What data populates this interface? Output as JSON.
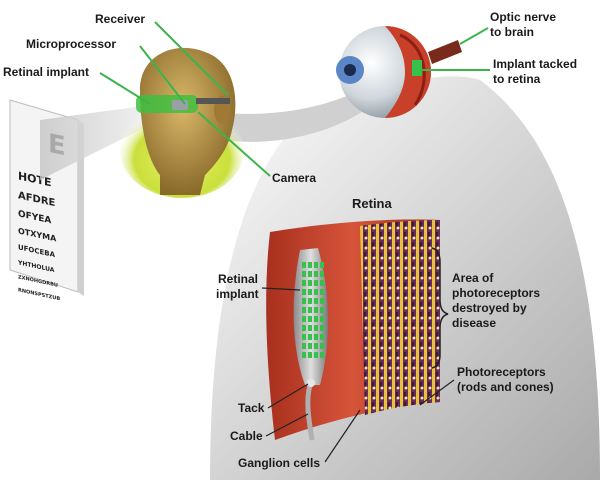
{
  "labels": {
    "receiver": "Receiver",
    "microprocessor": "Microprocessor",
    "retinal_implant_top": "Retinal implant",
    "camera": "Camera",
    "optic_nerve_1": "Optic nerve",
    "optic_nerve_2": "to brain",
    "implant_tacked_1": "Implant tacked",
    "implant_tacked_2": "to retina",
    "retina_title": "Retina",
    "retinal_implant_1": "Retinal",
    "retinal_implant_2": "implant",
    "area_1": "Area of",
    "area_2": "photoreceptors",
    "area_3": "destroyed by",
    "area_4": "disease",
    "photoreceptors_1": "Photoreceptors",
    "photoreceptors_2": "(rods and cones)",
    "tack": "Tack",
    "cable": "Cable",
    "ganglion": "Ganglion cells"
  },
  "eye_chart": {
    "rows": [
      "E",
      "HOTE",
      "AFDRE",
      "OFYEA",
      "OTXYMA",
      "UFOCEBA",
      "YHTHOLUA",
      "ZXNOHGDRBU",
      "RNONSPSTZUB"
    ]
  },
  "colors": {
    "label_line": "#3cb44b",
    "tissue": "#c8412b",
    "implant_chip": "#36c24a",
    "glasses": "#3fbf3f"
  }
}
